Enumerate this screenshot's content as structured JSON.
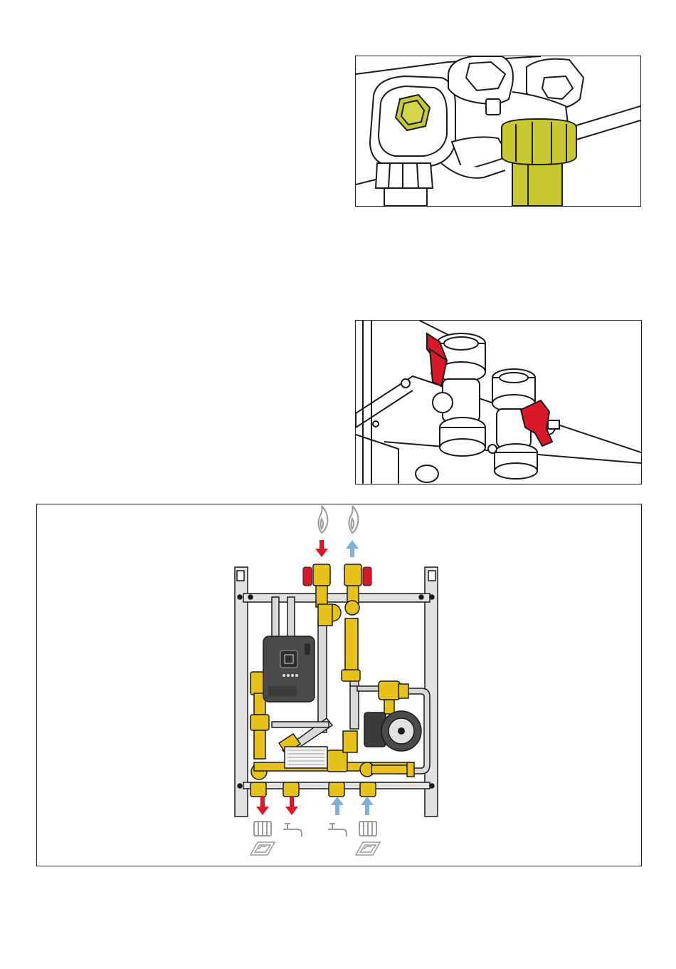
{
  "figures": [
    {
      "id": "fig1",
      "subject": "brass-fitting-detail",
      "highlight_color": "#c8c832"
    },
    {
      "id": "fig2",
      "subject": "ball-valves",
      "handle_color": "#d9182a"
    },
    {
      "id": "fig3",
      "subject": "hydraulic-module-schematic"
    }
  ],
  "colors": {
    "outline": "#1a1a1a",
    "brass": "#e6c21a",
    "brass_dark": "#b8920a",
    "hot_red": "#d9182a",
    "cold_blue": "#7fb2d6",
    "frame_gray": "#d9d9d9",
    "module_dark": "#4a4a4a",
    "icon_gray": "#9a9a9a"
  },
  "icons": {
    "top": [
      "gas-flame-icon",
      "gas-flame-icon"
    ],
    "bottom": [
      "radiator-icon",
      "tap-icon",
      "tap-icon",
      "radiator-icon"
    ],
    "floor": [
      "underfloor-heating-icon",
      "underfloor-heating-icon"
    ]
  },
  "flows": {
    "top": [
      "supply-in",
      "return-out"
    ],
    "bottom": [
      "heating-out",
      "dhw-out",
      "cold-in",
      "heating-return-in"
    ]
  }
}
